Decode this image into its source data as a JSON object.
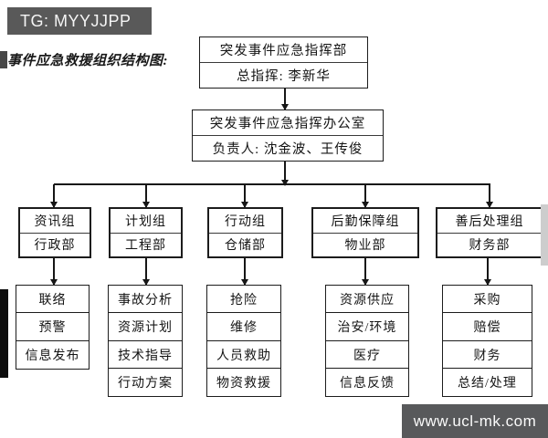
{
  "header": {
    "tag": "TG: MYYJJPP"
  },
  "title": "事件应急救援组织结构图:",
  "chart": {
    "root": {
      "line1": "突发事件应急指挥部",
      "line2": "总指挥: 李新华"
    },
    "office": {
      "line1": "突发事件应急指挥办公室",
      "line2": "负责人: 沈金波、王传俊"
    },
    "groups": [
      {
        "name": "资讯组",
        "dept": "行政部",
        "tasks": [
          "联络",
          "预警",
          "信息发布"
        ]
      },
      {
        "name": "计划组",
        "dept": "工程部",
        "tasks": [
          "事故分析",
          "资源计划",
          "技术指导",
          "行动方案"
        ]
      },
      {
        "name": "行动组",
        "dept": "仓储部",
        "tasks": [
          "抢险",
          "维修",
          "人员救助",
          "物资救援"
        ]
      },
      {
        "name": "后勤保障组",
        "dept": "物业部",
        "tasks": [
          "资源供应",
          "治安/环境",
          "医疗",
          "信息反馈"
        ]
      },
      {
        "name": "善后处理组",
        "dept": "财务部",
        "tasks": [
          "采购",
          "赔偿",
          "财务",
          "总结/处理"
        ]
      }
    ]
  },
  "watermark": "www.ucl-mk.com",
  "colors": {
    "bar_bg": "#595959",
    "watermark_bg": "#58595b",
    "box_border": "#1c1c1c",
    "text": "#141414"
  }
}
